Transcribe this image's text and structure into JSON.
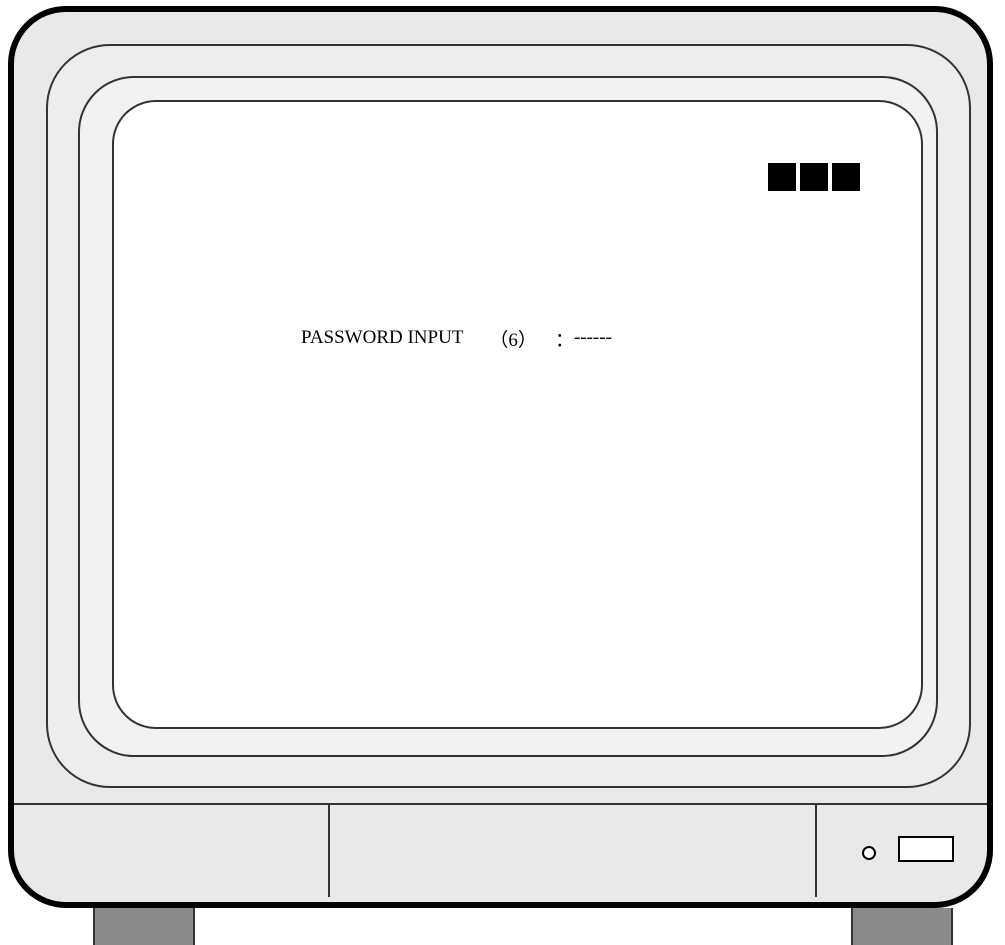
{
  "screen": {
    "status_indicator": {
      "block_count": 3,
      "color": "#000000"
    },
    "password_prompt": {
      "label": "PASSWORD INPUT",
      "length": "（6）",
      "separator": "：",
      "masked_value": "------"
    }
  },
  "monitor": {
    "bezel_color": "#e9e9e9",
    "screen_color": "#ffffff",
    "foot_color": "#8a8a8a",
    "controls": [
      "power-led",
      "power-button"
    ]
  }
}
